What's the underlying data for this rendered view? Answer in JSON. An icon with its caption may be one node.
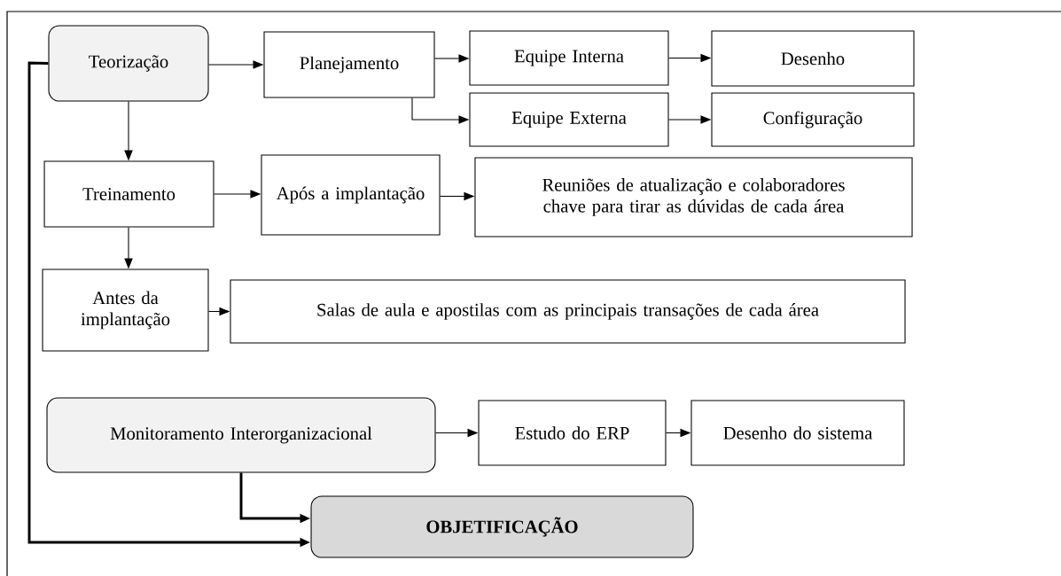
{
  "diagram": {
    "nodes": [
      {
        "text": [
          "Teorização"
        ]
      },
      {
        "text": [
          "Planejamento"
        ]
      },
      {
        "text": [
          "Equipe Interna"
        ]
      },
      {
        "text": [
          "Desenho"
        ]
      },
      {
        "text": [
          "Equipe Externa"
        ]
      },
      {
        "text": [
          "Configuração"
        ]
      },
      {
        "text": [
          "Treinamento"
        ]
      },
      {
        "text": [
          "Após a implantação"
        ]
      },
      {
        "text": [
          "Reuniões de atualização e colaboradores chave para tirar as dúvidas de cada área"
        ]
      },
      {
        "text": [
          "Antes da implantação"
        ]
      },
      {
        "text": [
          "Salas de aula e apostilas com as principais transações de cada área"
        ]
      },
      {
        "text": [
          "Monitoramento Interorganizacional"
        ]
      },
      {
        "text": [
          "Estudo do ERP"
        ]
      },
      {
        "text": [
          "Desenho do sistema"
        ]
      },
      {
        "text": [
          "OBJETIFICAÇÃO"
        ]
      }
    ],
    "edges": [
      {
        "from": 0,
        "to": 1,
        "arrow": "to"
      },
      {
        "from": 1,
        "to": 2,
        "arrow": "to"
      },
      {
        "from": 1,
        "to": 4,
        "arrow": "to"
      },
      {
        "from": 2,
        "to": 3,
        "arrow": "to"
      },
      {
        "from": 4,
        "to": 5,
        "arrow": "to"
      },
      {
        "from": 0,
        "to": 6,
        "arrow": "to"
      },
      {
        "from": 6,
        "to": 7,
        "arrow": "to"
      },
      {
        "from": 7,
        "to": 8,
        "arrow": "to"
      },
      {
        "from": 6,
        "to": 9,
        "arrow": "to"
      },
      {
        "from": 9,
        "to": 10,
        "arrow": "to"
      },
      {
        "from": 11,
        "to": 12,
        "arrow": "to"
      },
      {
        "from": 12,
        "to": 13,
        "arrow": "to"
      },
      {
        "from": 11,
        "to": 14,
        "arrow": "to",
        "style": "thick"
      },
      {
        "from": 0,
        "to": 14,
        "arrow": "to",
        "style": "thick"
      }
    ]
  }
}
